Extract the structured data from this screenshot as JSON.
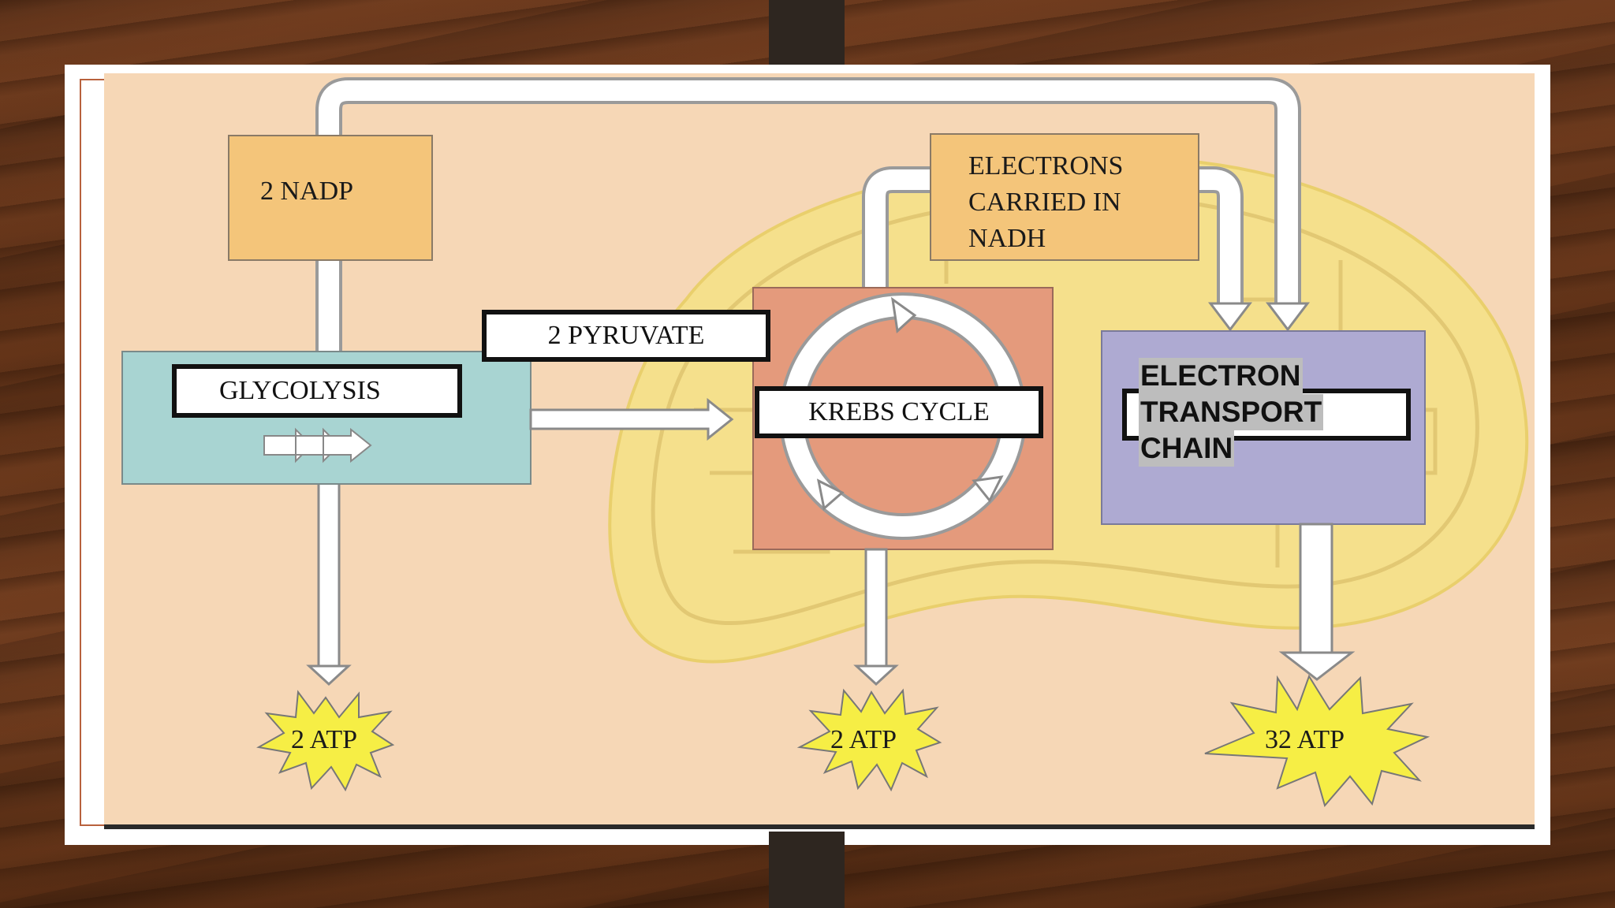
{
  "slide": {
    "labels": {
      "nadp": "2 NADP",
      "electrons_nadh_line1": "ELECTRONS",
      "electrons_nadh_line2": "CARRIED IN",
      "electrons_nadh_line3": "NADH",
      "pyruvate": "2 PYRUVATE",
      "glycolysis": "GLYCOLYSIS",
      "krebs_cycle": "KREBS CYCLE",
      "etc_line1": "ELECTRON",
      "etc_line2": "TRANSPORT",
      "etc_line3": "CHAIN",
      "atp_glycolysis": "2 ATP",
      "atp_krebs": "2 ATP",
      "atp_etc": "32 ATP"
    },
    "colors": {
      "background": "#f6d7b6",
      "mitochondrion": "#f5e08c",
      "nadp_box": "#f4c57a",
      "glycolysis_box": "#a8d4d2",
      "krebs_box": "#e49a7c",
      "etc_box": "#aeaad2",
      "atp_burst": "#f6ee45"
    }
  }
}
